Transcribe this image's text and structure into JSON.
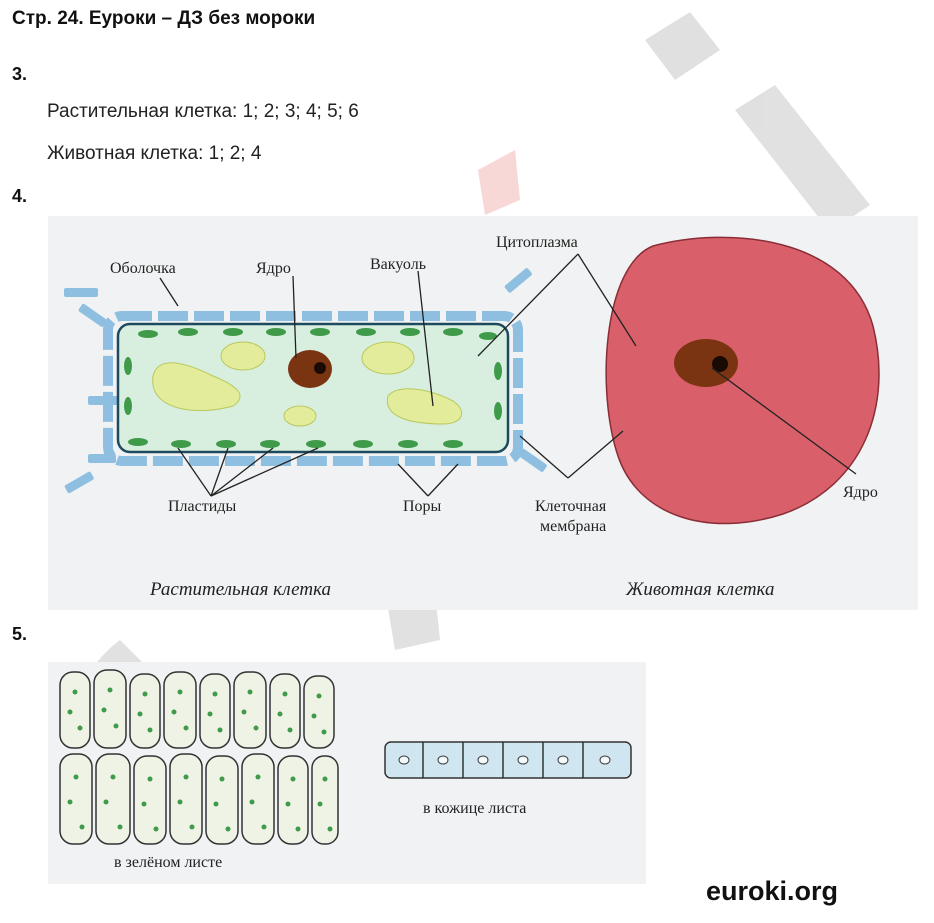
{
  "header": {
    "title": "Стр. 24. Еуроки – ДЗ без мороки"
  },
  "task3": {
    "number": "3.",
    "plant_answer": "Растительная клетка: 1; 2; 3; 4; 5; 6",
    "animal_answer": "Животная клетка: 1; 2; 4"
  },
  "task4": {
    "number": "4.",
    "labels": {
      "shell": "Оболочка",
      "nucleus_plant": "Ядро",
      "vacuole": "Вакуоль",
      "cytoplasm": "Цитоплазма",
      "plastids": "Пластиды",
      "pores": "Поры",
      "membrane_line1": "Клеточная",
      "membrane_line2": "мембрана",
      "nucleus_animal": "Ядро"
    },
    "captions": {
      "plant": "Растительная клетка",
      "animal": "Животная клетка"
    }
  },
  "task5": {
    "number": "5.",
    "captions": {
      "green_leaf": "в зелёном листе",
      "leaf_skin": "в кожице листа"
    }
  },
  "footer": {
    "site": "euroki.org"
  },
  "colors": {
    "plastid_green": "#3f9a4a",
    "animal_cell": "#d9606b",
    "nucleus": "#7a3412",
    "wall_blue": "#8fbfe0",
    "watermark_grey": "#c8c8c8",
    "watermark_red": "#f2b6b6",
    "watermark_yellow": "#f5e4a6",
    "watermark_blue": "#b7dcef"
  }
}
